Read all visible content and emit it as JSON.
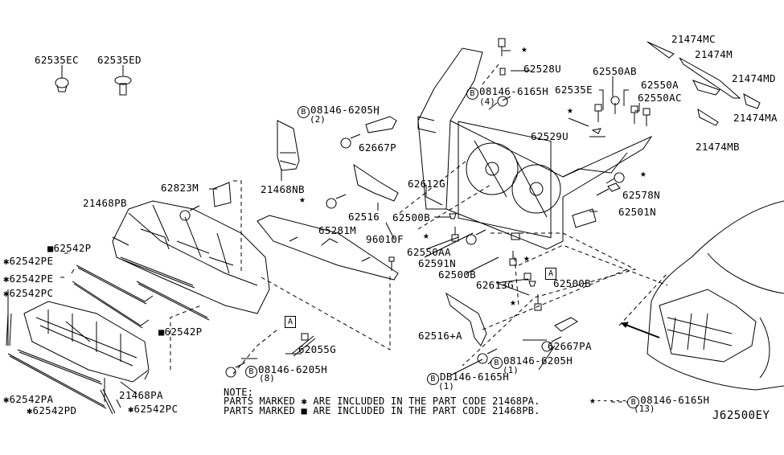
{
  "diagram": {
    "reference_code": "J62500EY",
    "parts": {
      "p62535EC": "62535EC",
      "p62535ED": "62535ED",
      "p62528U": "62528U",
      "p62550AB": "62550AB",
      "p62550A": "62550A",
      "p62550AC": "62550AC",
      "p62535E": "62535E",
      "p62529U": "62529U",
      "p21474MC": "21474MC",
      "p21474M": "21474M",
      "p21474MD": "21474MD",
      "p21474MA": "21474MA",
      "p21474MB": "21474MB",
      "p62667P": "62667P",
      "p21468NB": "21468NB",
      "p62823M": "62823M",
      "p21468PB": "21468PB",
      "p62516": "62516",
      "p62612G": "62612G",
      "p62578N": "62578N",
      "p62501N": "62501N",
      "p62500B_1": "62500B",
      "p65281M": "65281M",
      "p96010F": "96010F",
      "p62550AA": "62550AA",
      "p62591N": "62591N",
      "p62500B_2": "62500B",
      "p62613G": "62613G",
      "p62500B_3": "62500B",
      "p62542P_1": "62542P",
      "p62542PE_1": "62542PE",
      "p62542PE_2": "62542PE",
      "p62542PC_1": "62542PC",
      "p62542P_2": "62542P",
      "p62055G": "62055G",
      "p62516A": "62516+A",
      "p62667PA": "62667PA",
      "p21468PA": "21468PA",
      "p62542PA": "62542PA",
      "p62542PD": "62542PD",
      "p62542PC_2": "62542PC"
    },
    "bolts": {
      "b_top": {
        "code": "08146-6165H",
        "qty": "(4)"
      },
      "b_left_upper": {
        "code": "08146-6205H",
        "qty": "(2)"
      },
      "b_bottom_left": {
        "code": "08146-6205H",
        "qty": "(8)"
      },
      "b_bottom_mid": {
        "code": "08146-6205H",
        "qty": "(1)"
      },
      "b_bottom_mid2": {
        "code": "DB146-6165H",
        "qty": "(1)"
      },
      "b_star_legend": {
        "code": "08146-6165H",
        "qty": "(13)"
      }
    },
    "bolt_symbol": "B",
    "callout_box": "A",
    "marks": {
      "asterisk": "✱",
      "square": "■",
      "star": "★",
      "star_leader": "-----"
    },
    "note": {
      "heading": "NOTE;",
      "line1": "PARTS MARKED ✱ ARE INCLUDED IN THE PART CODE 21468PA.",
      "line2": "PARTS MARKED ■ ARE INCLUDED IN THE PART CODE 21468PB."
    }
  }
}
